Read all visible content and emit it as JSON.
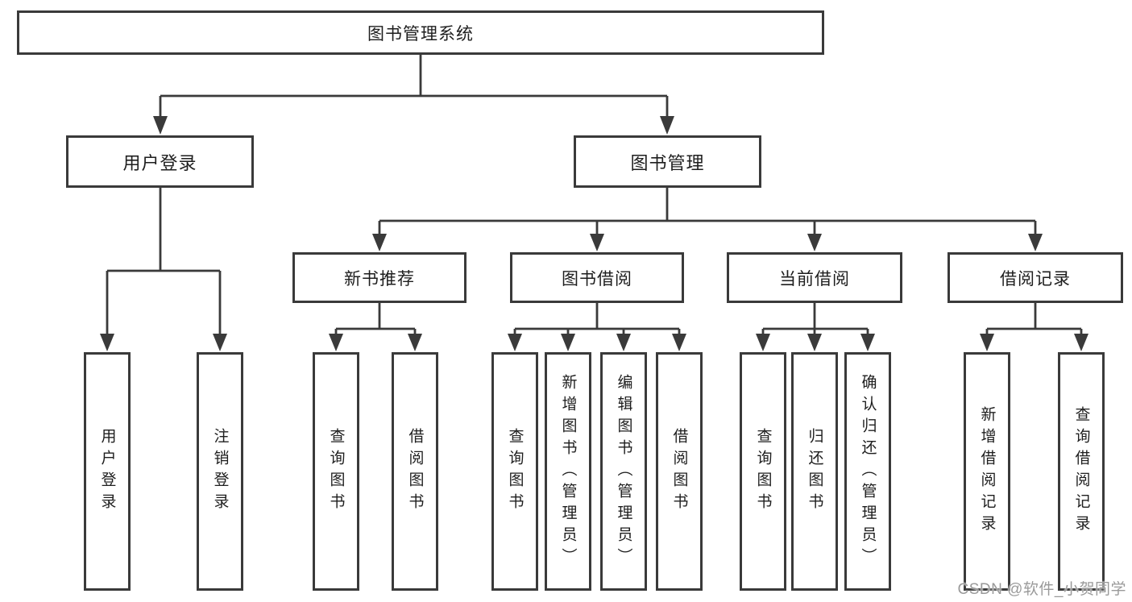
{
  "diagram": {
    "title_node": {
      "label": "图书管理系统"
    },
    "level2": [
      {
        "label": "用户登录"
      },
      {
        "label": "图书管理"
      }
    ],
    "level3": [
      {
        "label": "新书推荐"
      },
      {
        "label": "图书借阅"
      },
      {
        "label": "当前借阅"
      },
      {
        "label": "借阅记录"
      }
    ],
    "leaves": [
      {
        "label": "用户登录"
      },
      {
        "label": "注销登录"
      },
      {
        "label": "查询图书"
      },
      {
        "label": "借阅图书"
      },
      {
        "label": "查询图书"
      },
      {
        "label": "新增图书（管理员）"
      },
      {
        "label": "编辑图书（管理员）"
      },
      {
        "label": "借阅图书"
      },
      {
        "label": "查询图书"
      },
      {
        "label": "归还图书"
      },
      {
        "label": "确认归还（管理员）"
      },
      {
        "label": "新增借阅记录"
      },
      {
        "label": "查询借阅记录"
      }
    ]
  },
  "watermark": {
    "text": "CSDN @软件_小贺同学"
  },
  "colors": {
    "line": "#3a3a3a",
    "box_border": "#3a3a3a",
    "text": "#1e1e1e",
    "background": "#ffffff",
    "watermark": "#9a9a9a"
  }
}
